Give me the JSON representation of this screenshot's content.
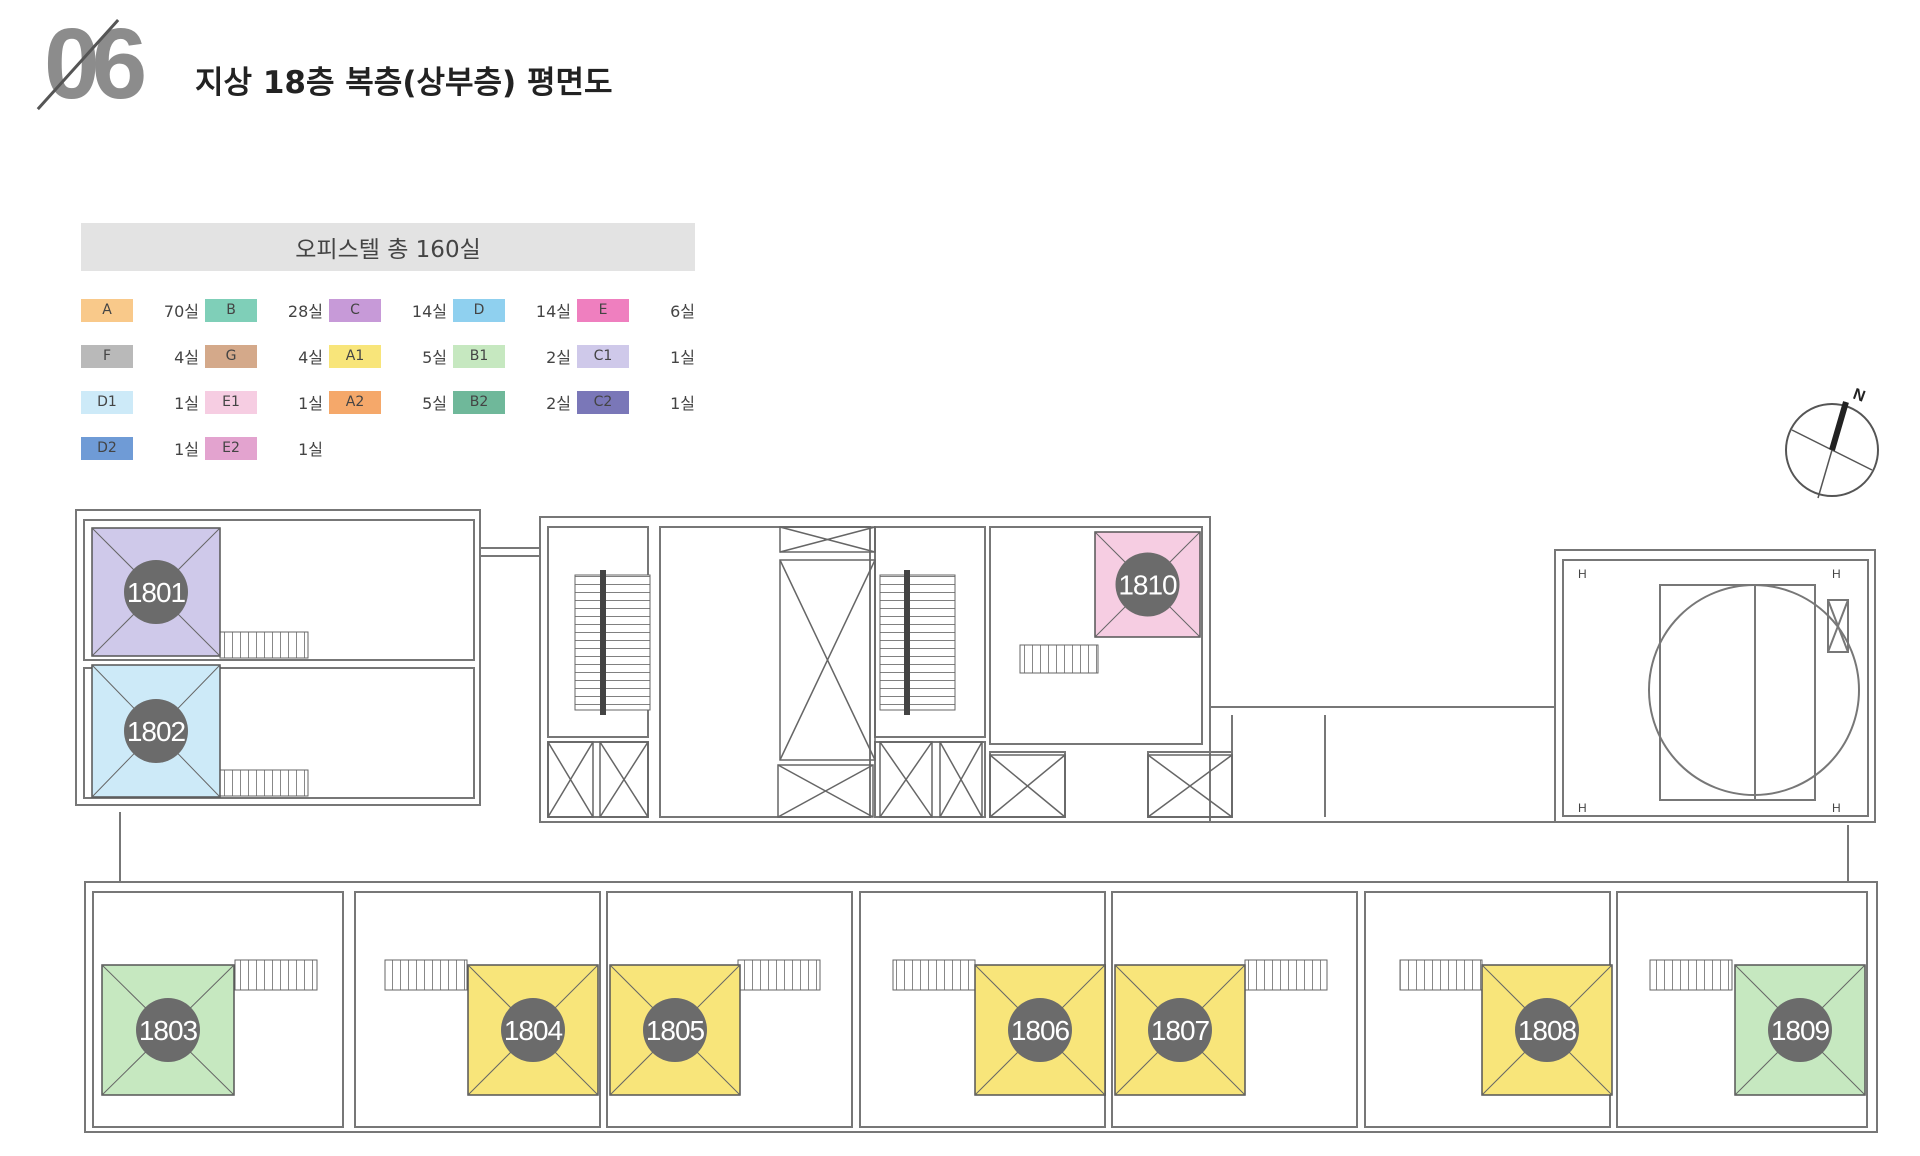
{
  "header": {
    "number": "06",
    "title": "지상 18층 복층(상부층) 평면도"
  },
  "legend_title": "오피스텔 총 160실",
  "legend": [
    {
      "code": "A",
      "count": "70실",
      "color": "#f9c98a"
    },
    {
      "code": "B",
      "count": "28실",
      "color": "#7fcfb8"
    },
    {
      "code": "C",
      "count": "14실",
      "color": "#c79ad8"
    },
    {
      "code": "D",
      "count": "14실",
      "color": "#8fd0ef"
    },
    {
      "code": "E",
      "count": "6실",
      "color": "#ef7fbf"
    },
    {
      "code": "F",
      "count": "4실",
      "color": "#b9b9b9"
    },
    {
      "code": "G",
      "count": "4실",
      "color": "#d4a98a"
    },
    {
      "code": "A1",
      "count": "5실",
      "color": "#f8e57a"
    },
    {
      "code": "B1",
      "count": "2실",
      "color": "#c6e8c0"
    },
    {
      "code": "C1",
      "count": "1실",
      "color": "#cfc9ea"
    },
    {
      "code": "D1",
      "count": "1실",
      "color": "#cdeaf8"
    },
    {
      "code": "E1",
      "count": "1실",
      "color": "#f6cde2"
    },
    {
      "code": "A2",
      "count": "5실",
      "color": "#f5a86a"
    },
    {
      "code": "B2",
      "count": "2실",
      "color": "#6fb89a"
    },
    {
      "code": "C2",
      "count": "1실",
      "color": "#7a77b8"
    },
    {
      "code": "D2",
      "count": "1실",
      "color": "#6f9bd6"
    },
    {
      "code": "E2",
      "count": "1실",
      "color": "#e3a3cf"
    }
  ],
  "units": [
    {
      "label": "1801",
      "type": "C1",
      "color": "#cfc9ea"
    },
    {
      "label": "1802",
      "type": "D1",
      "color": "#cdeaf8"
    },
    {
      "label": "1810",
      "type": "E1",
      "color": "#f6cde2"
    },
    {
      "label": "1803",
      "type": "B1",
      "color": "#c6e8c0"
    },
    {
      "label": "1804",
      "type": "A1",
      "color": "#f8e57a"
    },
    {
      "label": "1805",
      "type": "A1",
      "color": "#f8e57a"
    },
    {
      "label": "1806",
      "type": "A1",
      "color": "#f8e57a"
    },
    {
      "label": "1807",
      "type": "A1",
      "color": "#f8e57a"
    },
    {
      "label": "1808",
      "type": "A1",
      "color": "#f8e57a"
    },
    {
      "label": "1809",
      "type": "B1",
      "color": "#c6e8c0"
    }
  ],
  "compass": {
    "north_label": "N"
  },
  "heliport": {
    "marker": "H"
  }
}
